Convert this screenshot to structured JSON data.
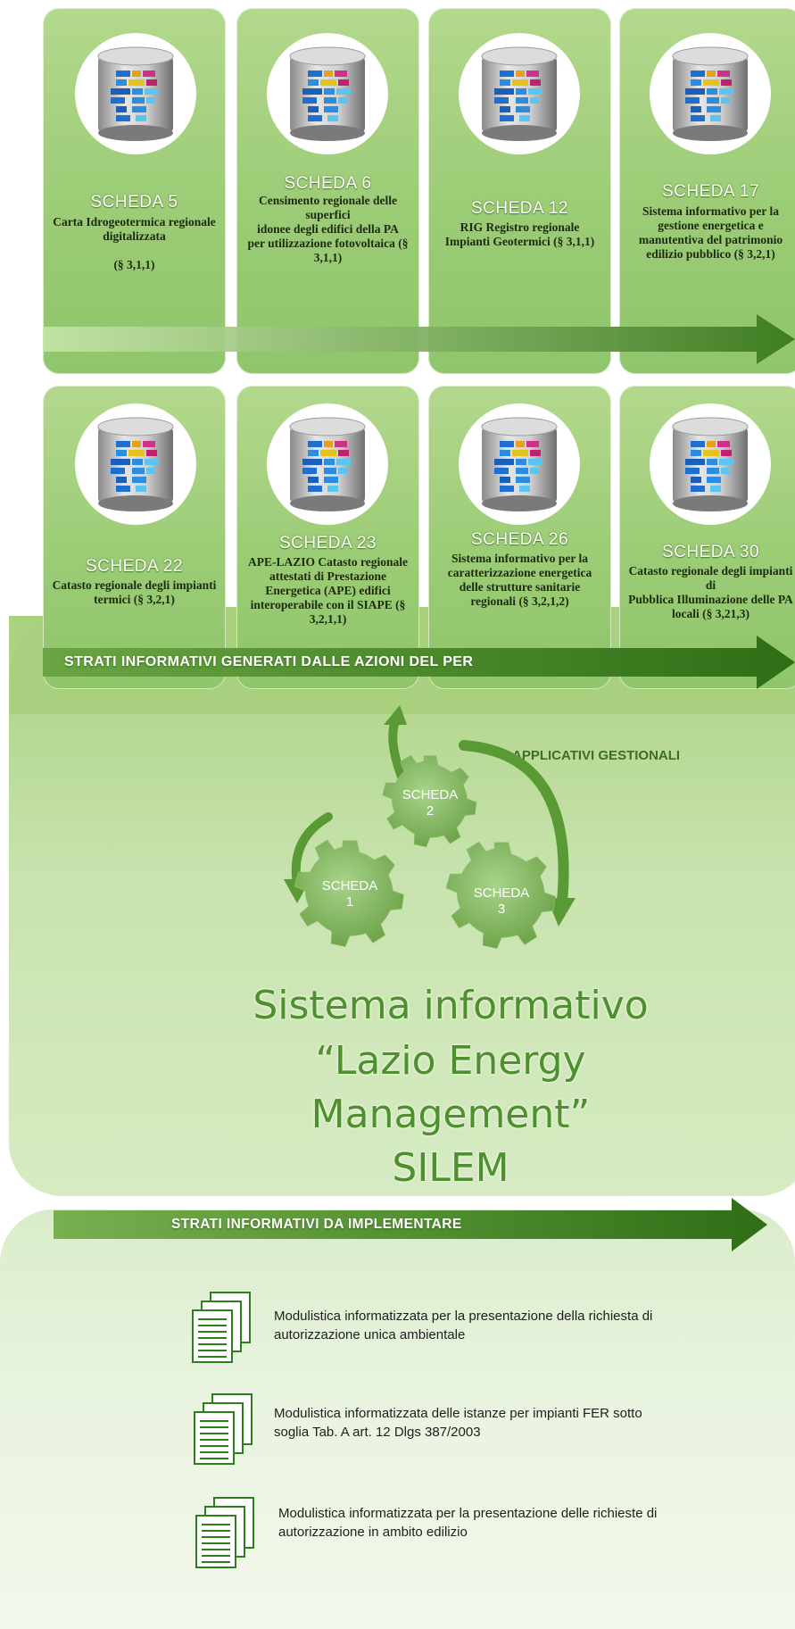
{
  "cards": [
    {
      "title": "SCHEDA 5",
      "desc": "Carta Idrogeotermica regionale digitalizzata\n\n(§ 3,1,1)"
    },
    {
      "title": "SCHEDA 6",
      "desc": "Censimento regionale delle superfici\nidonee degli edifici della PA\nper utilizzazione fotovoltaica (§ 3,1,1)"
    },
    {
      "title": "SCHEDA 12",
      "desc": "RIG Registro regionale Impianti Geotermici (§ 3,1,1)"
    },
    {
      "title": "SCHEDA 17",
      "desc": "Sistema informativo per la gestione energetica e manutentiva del patrimonio edilizio pubblico (§ 3,2,1)"
    },
    {
      "title": "SCHEDA 22",
      "desc": "Catasto regionale degli impianti termici (§ 3,2,1)"
    },
    {
      "title": "SCHEDA 23",
      "desc": "APE-LAZIO Catasto regionale attestati di Prestazione Energetica (APE) edifici interoperabile con il SIAPE (§ 3,2,1,1)"
    },
    {
      "title": "SCHEDA 26",
      "desc": "Sistema informativo per la caratterizzazione energetica delle strutture sanitarie regionali (§ 3,2,1,2)"
    },
    {
      "title": "SCHEDA 30",
      "desc": "Catasto regionale degli impianti di\nPubblica Illuminazione delle PA locali (§ 3,21,3)"
    }
  ],
  "banner_generated": "STRATI INFORMATIVI GENERATI DALLE AZIONI DEL PER",
  "applicativi_label": "APPLICATIVI GESTIONALI",
  "gears": [
    {
      "label": "SCHEDA\n1"
    },
    {
      "label": "SCHEDA\n2"
    },
    {
      "label": "SCHEDA\n3"
    }
  ],
  "system_title": [
    "Sistema informativo",
    "“Lazio Energy",
    "Management”",
    "SILEM"
  ],
  "banner_implement": "STRATI INFORMATIVI DA IMPLEMENTARE",
  "documents": [
    {
      "text": "Modulistica informatizzata per la presentazione della richiesta di autorizzazione unica ambientale"
    },
    {
      "text": "Modulistica informatizzata delle istanze per impianti FER sotto soglia Tab. A art. 12 Dlgs 387/2003"
    },
    {
      "text": "Modulistica informatizzata per la presentazione delle richieste di autorizzazione in ambito edilizio"
    }
  ],
  "colors": {
    "primary_green": "#4e8f2e",
    "card_green": "#9ccc76",
    "panel_green": "#c9e2b3"
  },
  "icons": [
    "database-icon",
    "gear-icon",
    "document-stack-icon",
    "arrow-right-icon",
    "cycle-arrow-icon"
  ]
}
